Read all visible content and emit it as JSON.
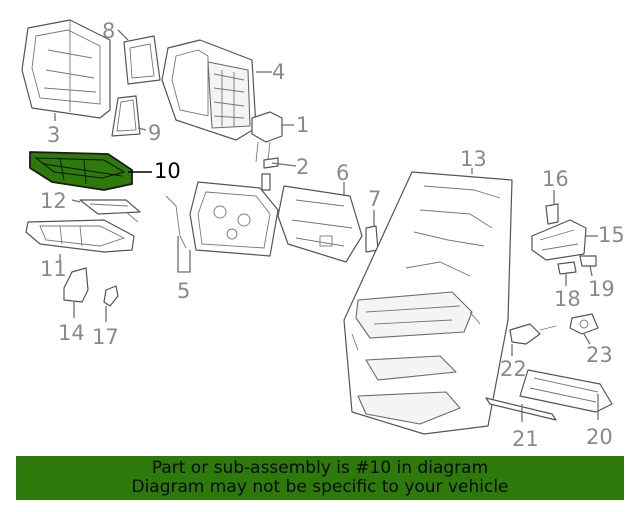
{
  "callouts": {
    "c1": "1",
    "c2": "2",
    "c3": "3",
    "c4": "4",
    "c5": "5",
    "c6": "6",
    "c7": "7",
    "c8": "8",
    "c9": "9",
    "c10": "10",
    "c11": "11",
    "c12": "12",
    "c13": "13",
    "c14": "14",
    "c15": "15",
    "c16": "16",
    "c17": "17",
    "c18": "18",
    "c19": "19",
    "c20": "20",
    "c21": "21",
    "c22": "22",
    "c23": "23"
  },
  "highlighted_part": "10",
  "colors": {
    "highlight": "#2d7a0a",
    "banner": "#2d7a0a",
    "callout": "#8a8a8a"
  },
  "banner": {
    "line1": "Part or sub-assembly is #10 in diagram",
    "line2": "Diagram may not be specific to your vehicle"
  }
}
